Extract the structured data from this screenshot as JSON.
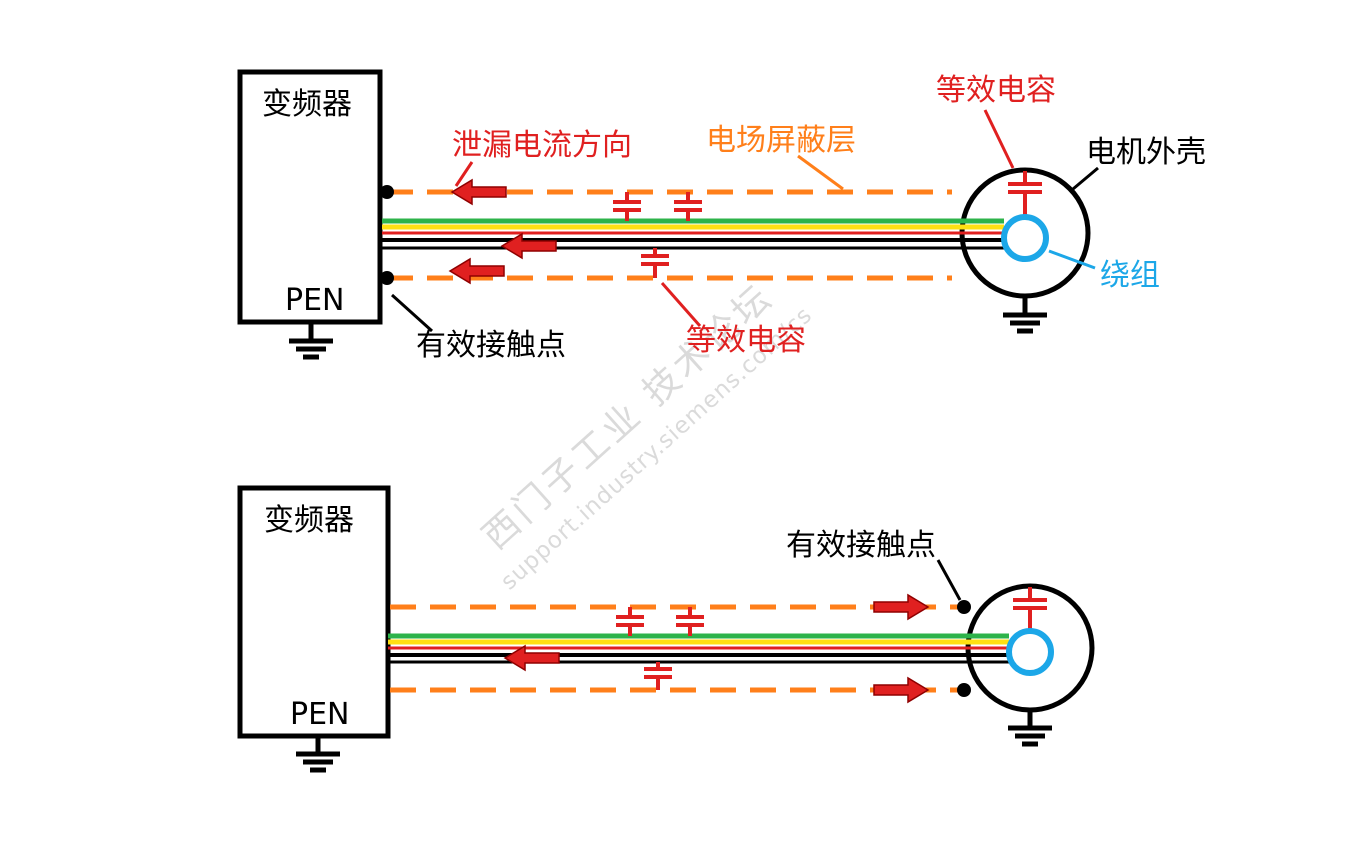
{
  "colors": {
    "shield_orange": "#FF7F1A",
    "signal_red": "#E02020",
    "wire_green": "#2DB34A",
    "wire_yellow": "#FFE012",
    "winding_blue": "#1CA7E8",
    "line_black": "#000000",
    "watermark_gray": "#C3C3C3"
  },
  "watermark": {
    "line1": "西门子工业 技术论坛",
    "line2": "support.industry.siemens.com/cs"
  },
  "top": {
    "inverter": "变频器",
    "pen": "PEN",
    "leakage": "泄漏电流方向",
    "shield": "电场屏蔽层",
    "equiv_cap_upper": "等效电容",
    "motor_housing": "电机外壳",
    "winding": "绕组",
    "equiv_cap_lower": "等效电容",
    "contact": "有效接触点"
  },
  "bottom": {
    "inverter": "变频器",
    "pen": "PEN",
    "contact": "有效接触点"
  }
}
